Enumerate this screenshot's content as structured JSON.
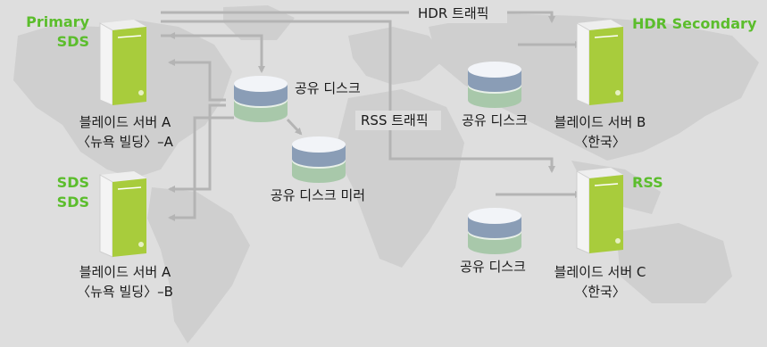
{
  "traffic": {
    "hdr": "HDR 트래픽",
    "rss": "RSS 트래픽"
  },
  "servers": {
    "primary": {
      "role_line1": "Primary",
      "role_line2": "SDS",
      "name": "블레이드 서버 A",
      "sub": "〈뉴욕 빌딩〉–A"
    },
    "sds": {
      "role_line1": "SDS",
      "role_line2": "SDS",
      "name": "블레이드 서버 A",
      "sub": "〈뉴욕 빌딩〉–B"
    },
    "hdr_secondary": {
      "role": "HDR Secondary",
      "name": "블레이드 서버 B",
      "sub": "〈한국〉"
    },
    "rss": {
      "role": "RSS",
      "name": "블레이드 서버 C",
      "sub": "〈한국〉"
    }
  },
  "disks": {
    "shared_primary": "공유 디스크",
    "mirror": "공유 디스크 미러",
    "shared_b": "공유 디스크",
    "shared_c": "공유 디스크"
  },
  "colors": {
    "background": "#dedede",
    "map": "#cfcfcf",
    "lines": "#b4b4b4",
    "accent_green": "#5bbd2c",
    "server_green": "#a8cc3c",
    "disk_blue": "#8a9db6",
    "disk_green": "#a8c8aa"
  }
}
